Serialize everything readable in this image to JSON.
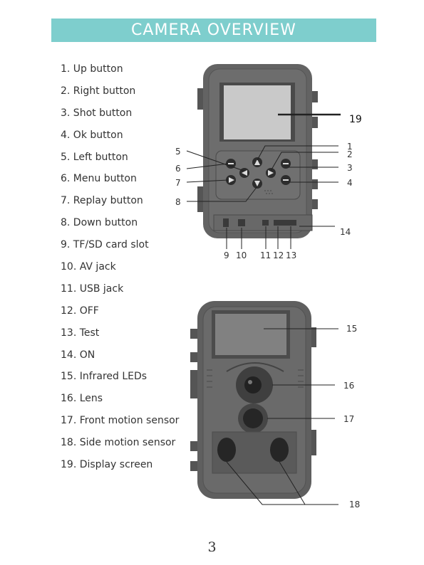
{
  "header": {
    "title": "CAMERA OVERVIEW"
  },
  "legend": [
    "1. Up button",
    "2. Right button",
    "3. Shot button",
    "4. Ok button",
    "5. Left button",
    "6. Menu button",
    "7. Replay button",
    "8. Down button",
    "9. TF/SD card slot",
    "10. AV jack",
    "11. USB jack",
    "12. OFF",
    "13. Test",
    "14. ON",
    "15. Infrared LEDs",
    "16. Lens",
    "17. Front motion sensor",
    "18. Side motion sensor",
    "19. Display screen"
  ],
  "callouts": {
    "c1": "1",
    "c2": "2",
    "c3": "3",
    "c4": "4",
    "c5": "5",
    "c6": "6",
    "c7": "7",
    "c8": "8",
    "c9": "9",
    "c10": "10",
    "c11": "11",
    "c12": "12",
    "c13": "13",
    "c14": "14",
    "c15": "15",
    "c16": "16",
    "c17": "17",
    "c18": "18",
    "c19": "19"
  },
  "page_number": "3"
}
